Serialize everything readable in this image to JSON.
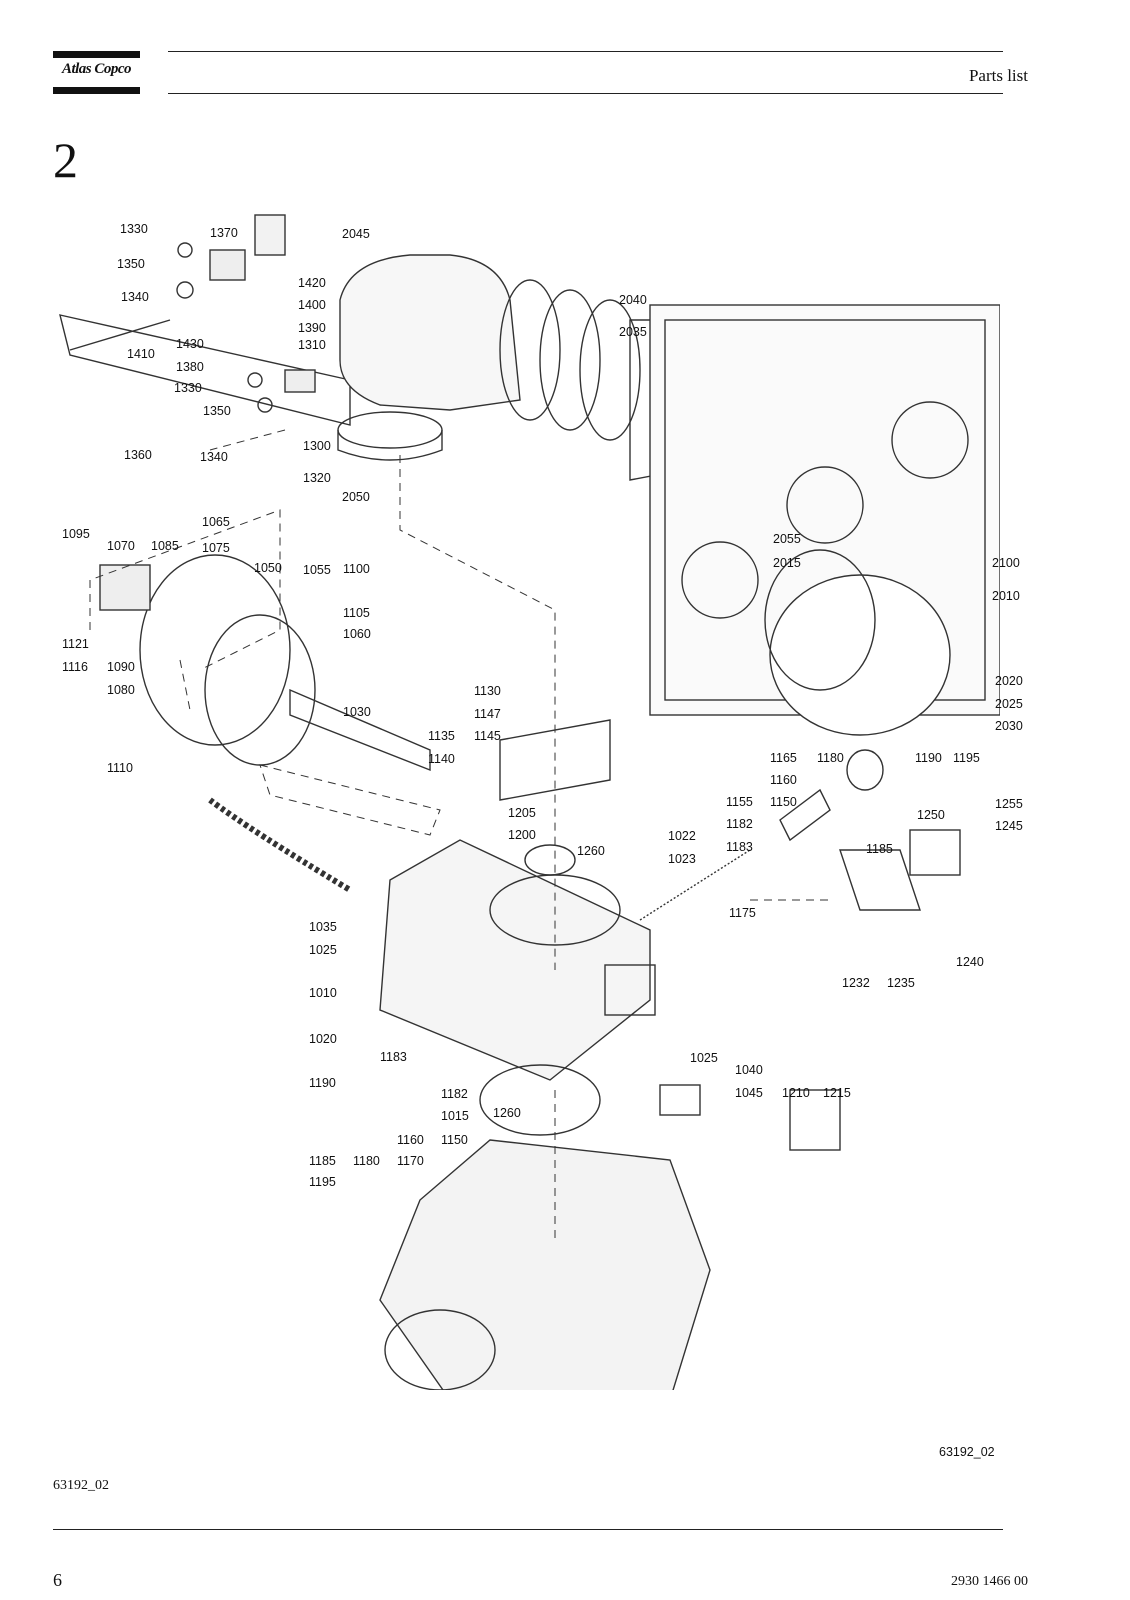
{
  "header": {
    "brand": "Atlas Copco",
    "title": "Parts list"
  },
  "section_number": "2",
  "drawing": {
    "drawing_ref": "63192_02",
    "part_labels": [
      "1330",
      "1370",
      "1350",
      "1420",
      "1340",
      "1400",
      "1390",
      "1430",
      "1410",
      "1380",
      "1310",
      "1330",
      "1350",
      "1300",
      "1360",
      "1340",
      "1320",
      "2045",
      "2040",
      "2035",
      "2050",
      "2055",
      "2015",
      "2100",
      "2010",
      "1095",
      "1070",
      "1085",
      "1065",
      "1075",
      "1050",
      "1055",
      "1100",
      "1105",
      "1060",
      "1121",
      "1116",
      "1090",
      "1080",
      "1030",
      "1110",
      "1130",
      "1147",
      "1135",
      "1145",
      "1140",
      "1205",
      "1200",
      "1260",
      "1022",
      "1023",
      "1165",
      "1180",
      "1190",
      "1195",
      "1160",
      "1155",
      "1150",
      "1182",
      "1183",
      "1185",
      "1250",
      "1255",
      "1245",
      "1175",
      "1240",
      "1232",
      "1235",
      "1035",
      "1025",
      "1010",
      "1020",
      "1183",
      "1182",
      "1260",
      "1190",
      "1015",
      "1025",
      "1040",
      "1045",
      "1210",
      "1215",
      "1160",
      "1150",
      "1185",
      "1180",
      "1170",
      "1195",
      "2020",
      "2025",
      "2030"
    ]
  },
  "figure_reference": "63192_02",
  "footer": {
    "page_number": "6",
    "document_number": "2930 1466 00"
  }
}
